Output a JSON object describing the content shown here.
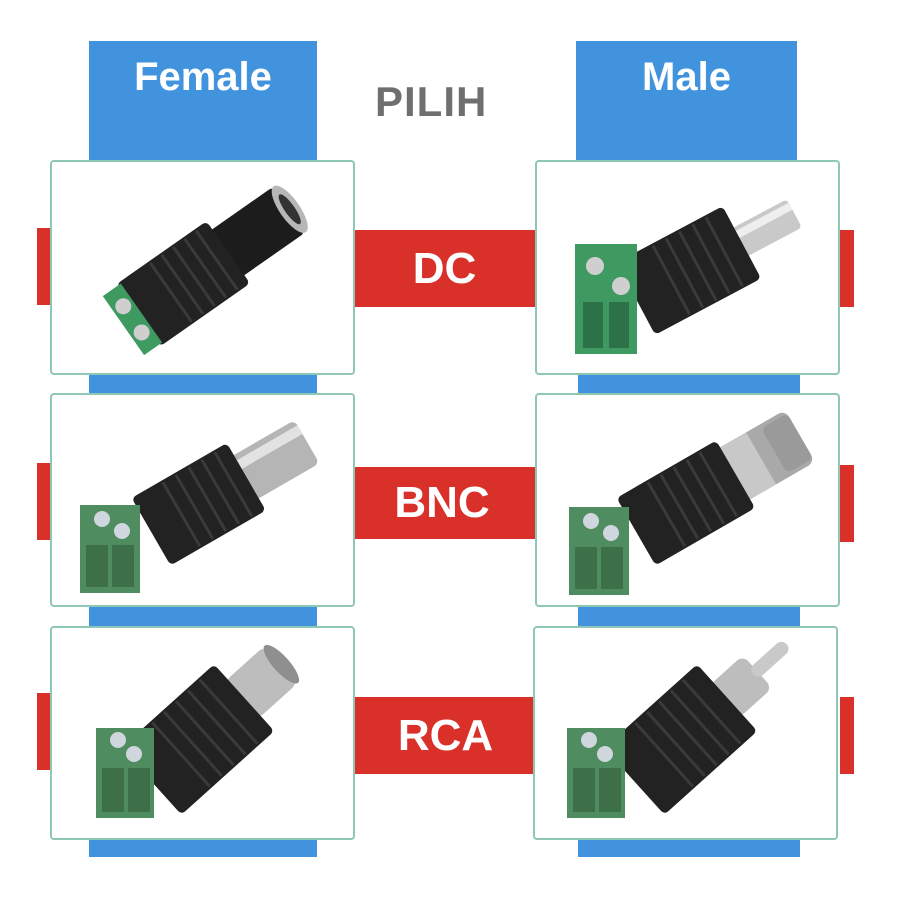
{
  "header": {
    "female_label": "Female",
    "male_label": "Male",
    "title": "PILIH"
  },
  "rows": [
    {
      "label": "DC",
      "female": "dc-female-connector",
      "male": "dc-male-connector"
    },
    {
      "label": "BNC",
      "female": "bnc-female-connector",
      "male": "bnc-male-connector"
    },
    {
      "label": "RCA",
      "female": "rca-female-connector",
      "male": "rca-male-connector"
    }
  ],
  "colors": {
    "blue": "#4193dd",
    "red": "#d9302a",
    "title_gray": "#6f6f6f",
    "card_border": "#8fc7b6",
    "terminal_green": "#3f9a62"
  }
}
